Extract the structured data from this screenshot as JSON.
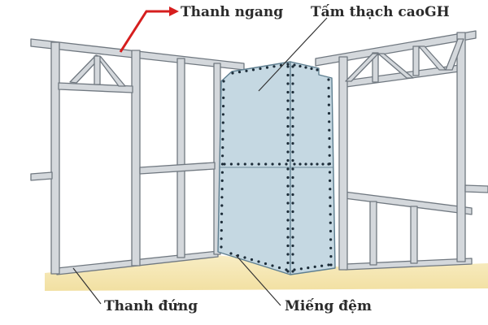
{
  "labels": {
    "top_rail": "Thanh ngang",
    "gypsum_board": "Tấm thạch caoGH",
    "stud": "Thanh đứng",
    "spacer": "Miếng đệm"
  },
  "colors": {
    "frame_light": "#d4d8dc",
    "frame_dark": "#707880",
    "board_fill": "#c5d8e2",
    "board_outline": "#5f7f90",
    "screw": "#1c2c38",
    "floor": "#f6e8b6",
    "arrow": "#d61e1e",
    "leader": "#333333"
  }
}
